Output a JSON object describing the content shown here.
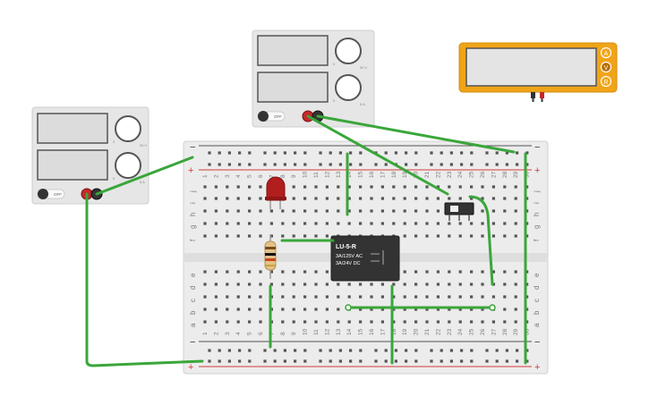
{
  "power_supply_left": {
    "off_label": "OFF",
    "knob_top_labels": [
      "30 V",
      "0"
    ],
    "knob_bottom_labels": [
      "5 A",
      "0"
    ]
  },
  "power_supply_top": {
    "off_label": "OFF",
    "knob_top_labels": [
      "30 V",
      "0"
    ],
    "knob_bottom_labels": [
      "5 A",
      "0"
    ]
  },
  "multimeter": {
    "buttons": [
      "A",
      "V",
      "R"
    ]
  },
  "relay": {
    "model": "LU-5-R",
    "rating_ac": "3A/125V AC",
    "rating_dc": "3A/24V  DC"
  },
  "breadboard": {
    "row_letters_top": [
      "j",
      "i",
      "h",
      "g",
      "f"
    ],
    "row_letters_bottom": [
      "e",
      "d",
      "c",
      "b",
      "a"
    ],
    "minus_label": "−",
    "plus_label": "+"
  },
  "colors": {
    "wire": "#3aa63a",
    "psu_body": "#e6e6e6",
    "psu_screen": "#dcdcdc",
    "meter_frame": "#f0a418",
    "led": "#b21d1d",
    "rail_red": "#d43a3a",
    "rail_dark": "#555555"
  }
}
